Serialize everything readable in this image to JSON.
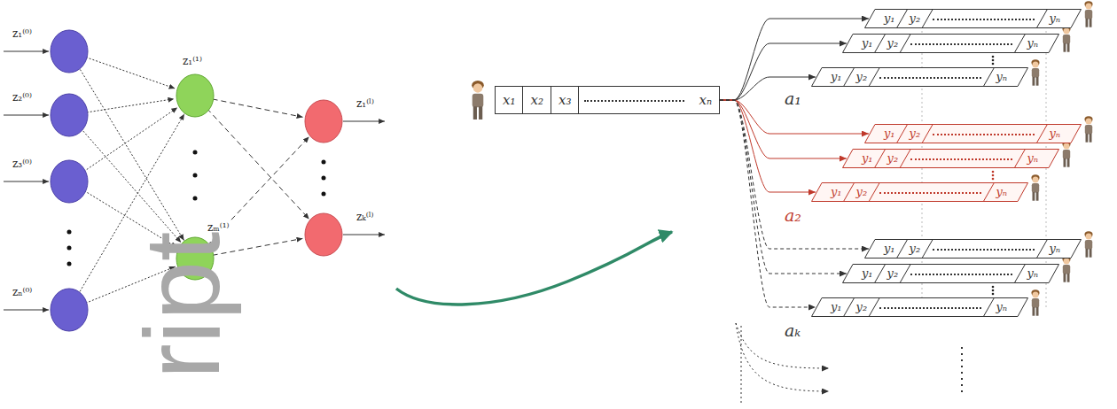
{
  "diagram": {
    "nodes": [
      {
        "text": [
          "x₁",
          "x₂",
          "x₃",
          "xₙ"
        ]
      },
      {
        "text": [
          "y₁",
          "y₂",
          "yₙ"
        ]
      },
      {
        "text": [
          "y₁",
          "y₂",
          "yₙ"
        ]
      },
      {
        "text": [
          "y₁",
          "y₂",
          "yₙ"
        ]
      },
      {
        "text": [
          "y₁",
          "y₂",
          "yₙ"
        ]
      },
      {
        "text": [
          "y₁",
          "y₂",
          "yₙ"
        ]
      },
      {
        "text": [
          "y₁",
          "y₂",
          "yₙ"
        ]
      },
      {
        "text": [
          "y₁",
          "y₂",
          "yₙ"
        ]
      },
      {
        "text": [
          "y₁",
          "y₂",
          "yₙ"
        ]
      },
      {
        "text": [
          "y₁",
          "y₂",
          "yₙ"
        ]
      }
    ],
    "edges": [
      {
        "from": 0,
        "to": 1,
        "arrow": "to"
      },
      {
        "from": 0,
        "to": 2,
        "arrow": "to"
      },
      {
        "from": 0,
        "to": 3,
        "arrow": "to"
      },
      {
        "from": 0,
        "to": 4,
        "arrow": "to"
      },
      {
        "from": 0,
        "to": 5,
        "arrow": "to"
      },
      {
        "from": 0,
        "to": 6,
        "arrow": "to"
      },
      {
        "from": 0,
        "to": 7,
        "arrow": "to"
      },
      {
        "from": 0,
        "to": 8,
        "arrow": "to"
      },
      {
        "from": 0,
        "to": 9,
        "arrow": "to"
      }
    ],
    "labels": [
      "z₁⁽⁰⁾",
      "z₂⁽⁰⁾",
      "z₃⁽⁰⁾",
      "zₙ⁽⁰⁾",
      "z₁⁽¹⁾",
      "zₘ⁽¹⁾",
      "z₁⁽ˡ⁾",
      "zₖ⁽ˡ⁾",
      "ript",
      "a₁",
      "a₂",
      "aₖ"
    ]
  }
}
